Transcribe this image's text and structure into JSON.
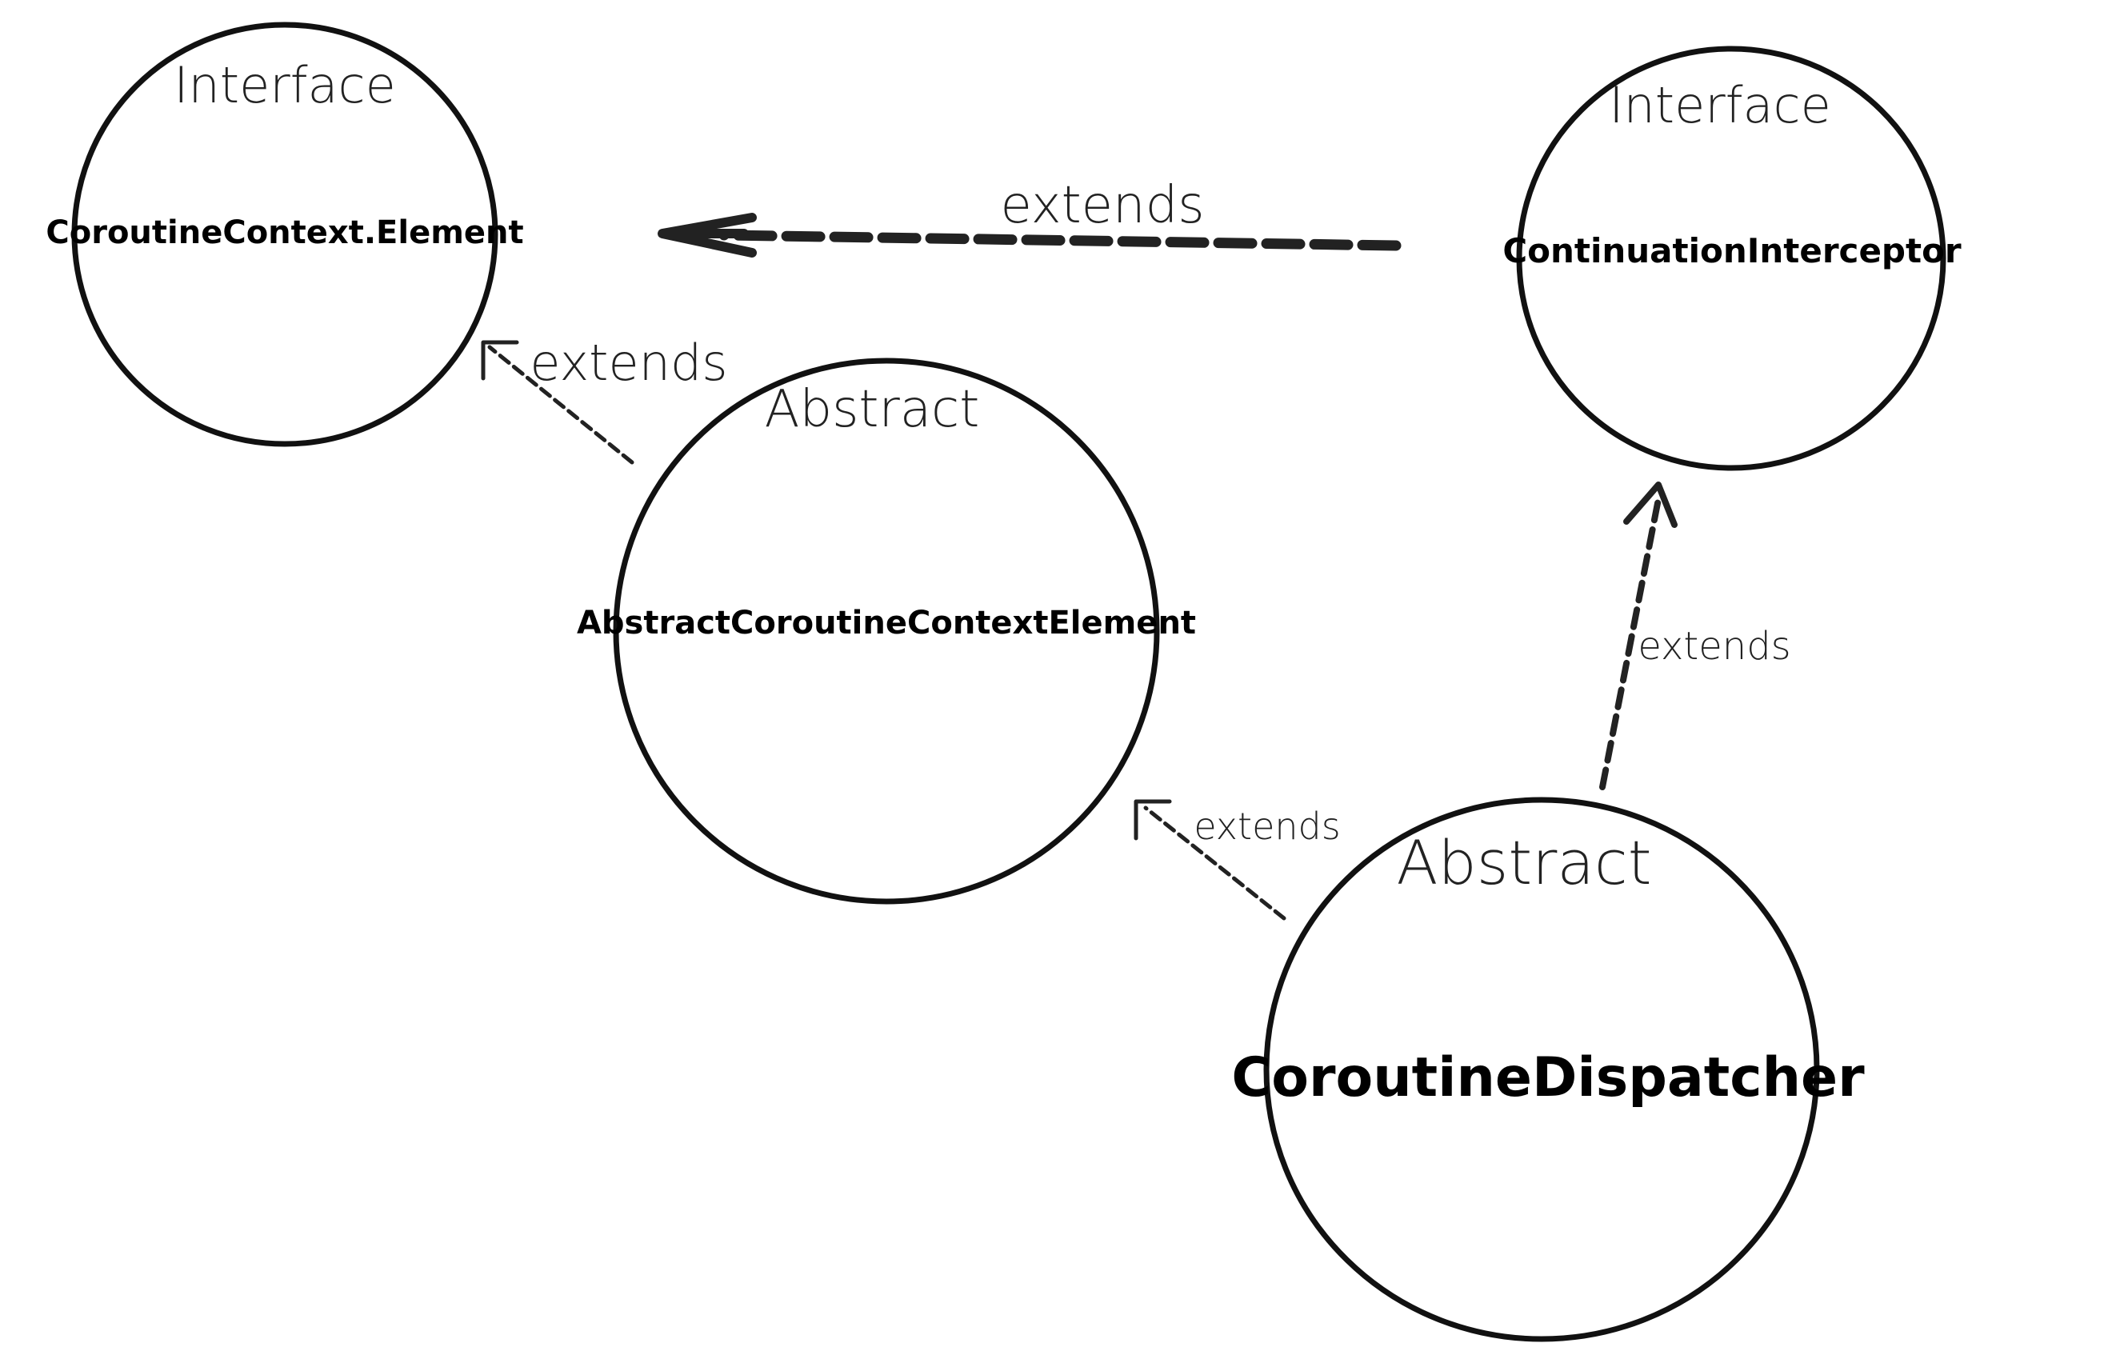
{
  "nodes": {
    "coroutine_context_element": {
      "kind": "Interface",
      "name": "CoroutineContext.Element"
    },
    "continuation_interceptor": {
      "kind": "Interface",
      "name": "ContinuationInterceptor"
    },
    "abstract_coroutine_context_element": {
      "kind": "Abstract",
      "name": "AbstractCoroutineContextElement"
    },
    "coroutine_dispatcher": {
      "kind": "Abstract",
      "name": "CoroutineDispatcher"
    }
  },
  "edges": [
    {
      "from": "continuation_interceptor",
      "to": "coroutine_context_element",
      "label": "extends",
      "style": "dashed-bold"
    },
    {
      "from": "abstract_coroutine_context_element",
      "to": "coroutine_context_element",
      "label": "extends",
      "style": "dashed-thin"
    },
    {
      "from": "coroutine_dispatcher",
      "to": "abstract_coroutine_context_element",
      "label": "extends",
      "style": "dashed-thin"
    },
    {
      "from": "coroutine_dispatcher",
      "to": "continuation_interceptor",
      "label": "extends",
      "style": "dashed-medium"
    }
  ],
  "colors": {
    "stroke": "#111111",
    "text": "#000000",
    "background": "#ffffff"
  }
}
